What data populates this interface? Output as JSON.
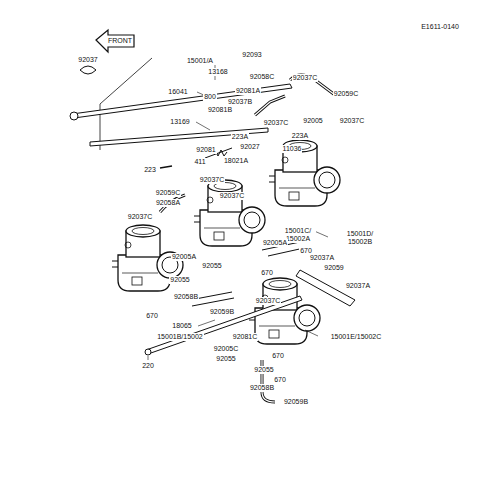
{
  "diagram": {
    "labels": [
      "E1611-0140",
      "FRONT",
      "92037",
      "15001/A",
      "92093",
      "13168",
      "92058C",
      "92037C",
      "16041",
      "800",
      "92081A",
      "92037B",
      "92081B",
      "92059C",
      "92005",
      "92037C",
      "92037C",
      "13169",
      "223A",
      "223A",
      "11036",
      "92081",
      "92027",
      "411",
      "18021A",
      "223",
      "92037C",
      "92059C",
      "92058A",
      "92037C",
      "92037C",
      "15001C/ 15002A",
      "15001D/ 15002B",
      "92005A",
      "92005A",
      "92055",
      "670",
      "92037A",
      "92059",
      "670",
      "92037A",
      "92055",
      "92058B",
      "670",
      "92059B",
      "92037C",
      "15001B/15002",
      "18065",
      "92081C",
      "15001E/15002C",
      "92005C",
      "92055",
      "670",
      "92055",
      "670",
      "92058B",
      "92059B",
      "220"
    ]
  }
}
